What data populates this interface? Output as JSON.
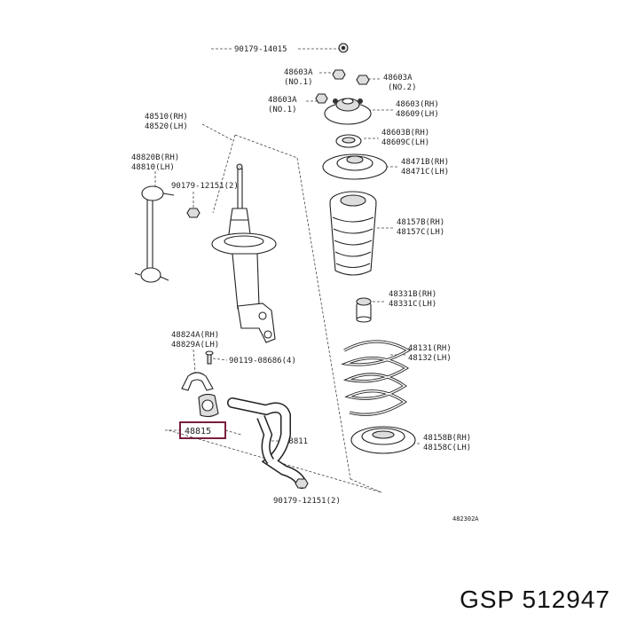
{
  "diagram": {
    "labels": {
      "top_bolt": "90179-14015",
      "nut_a1": "48603A",
      "nut_a1_no": "(NO.1)",
      "nut_a2": "48603A",
      "nut_a2_no": "(NO.2)",
      "nut_a3": "48603A",
      "nut_a3_no": "(NO.1)",
      "mount_rh": "48603(RH)",
      "mount_lh": "48609(LH)",
      "bearing_rh": "48603B(RH)",
      "bearing_lh": "48609C(LH)",
      "seat_rh": "48471B(RH)",
      "seat_lh": "48471C(LH)",
      "strut_rh": "48510(RH)",
      "strut_lh": "48520(LH)",
      "link_rh": "48820B(RH)",
      "link_lh": "48810(LH)",
      "link_nut": "90179-12151(2)",
      "boot_rh": "48157B(RH)",
      "boot_lh": "48157C(LH)",
      "bumper_rh": "48331B(RH)",
      "bumper_lh": "48331C(LH)",
      "bracket_rh": "48824A(RH)",
      "bracket_lh": "48829A(LH)",
      "bracket_bolt": "90119-08686(4)",
      "spring_rh": "48131(RH)",
      "spring_lh": "48132(LH)",
      "bushing": "48815",
      "stabilizer": "48811",
      "insulator_rh": "48158B(RH)",
      "insulator_lh": "48158C(LH)",
      "bottom_nut": "90179-12151(2)",
      "ref_code": "482302A"
    }
  },
  "brand": {
    "text": "GSP 512947"
  }
}
